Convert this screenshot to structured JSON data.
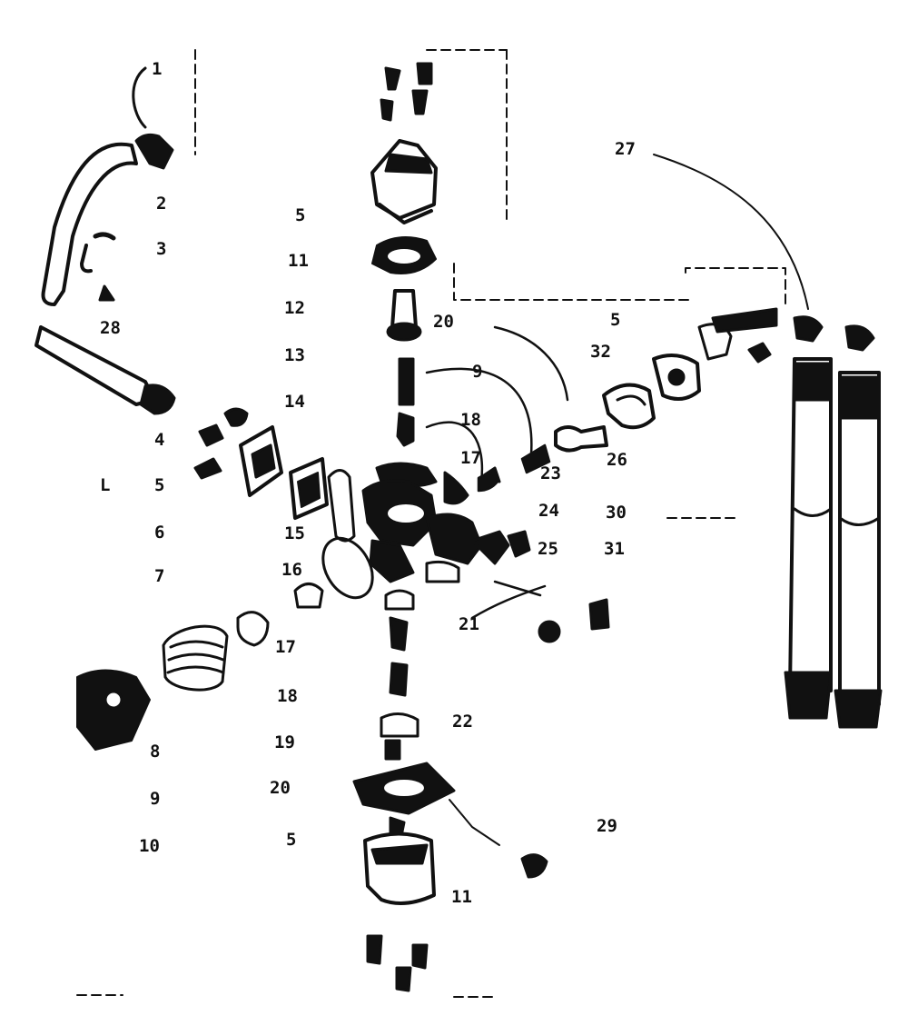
{
  "diagram": {
    "callouts": [
      {
        "id": "c1",
        "text": "1"
      },
      {
        "id": "c2",
        "text": "2"
      },
      {
        "id": "c3",
        "text": "3"
      },
      {
        "id": "c28",
        "text": "28"
      },
      {
        "id": "c4",
        "text": "4"
      },
      {
        "id": "c5a",
        "text": "5"
      },
      {
        "id": "c6",
        "text": "6"
      },
      {
        "id": "c7",
        "text": "7"
      },
      {
        "id": "c8",
        "text": "8"
      },
      {
        "id": "c9a",
        "text": "9"
      },
      {
        "id": "c10",
        "text": "10"
      },
      {
        "id": "cL",
        "text": "L"
      },
      {
        "id": "c5b",
        "text": "5"
      },
      {
        "id": "c11",
        "text": "11"
      },
      {
        "id": "c12",
        "text": "12"
      },
      {
        "id": "c13",
        "text": "13"
      },
      {
        "id": "c14",
        "text": "14"
      },
      {
        "id": "c15",
        "text": "15"
      },
      {
        "id": "c16",
        "text": "16"
      },
      {
        "id": "c17a",
        "text": "17"
      },
      {
        "id": "c18a",
        "text": "18"
      },
      {
        "id": "c19",
        "text": "19"
      },
      {
        "id": "c20a",
        "text": "20"
      },
      {
        "id": "c5c",
        "text": "5"
      },
      {
        "id": "c20b",
        "text": "20"
      },
      {
        "id": "c9b",
        "text": "9"
      },
      {
        "id": "c18b",
        "text": "18"
      },
      {
        "id": "c17b",
        "text": "17"
      },
      {
        "id": "c23",
        "text": "23"
      },
      {
        "id": "c24",
        "text": "24"
      },
      {
        "id": "c25",
        "text": "25"
      },
      {
        "id": "c21",
        "text": "21"
      },
      {
        "id": "c22",
        "text": "22"
      },
      {
        "id": "c5d",
        "text": "5"
      },
      {
        "id": "c32",
        "text": "32"
      },
      {
        "id": "c26",
        "text": "26"
      },
      {
        "id": "c30",
        "text": "30"
      },
      {
        "id": "c31",
        "text": "31"
      },
      {
        "id": "c27",
        "text": "27"
      },
      {
        "id": "c29",
        "text": "29"
      },
      {
        "id": "c11b",
        "text": "11"
      }
    ]
  }
}
